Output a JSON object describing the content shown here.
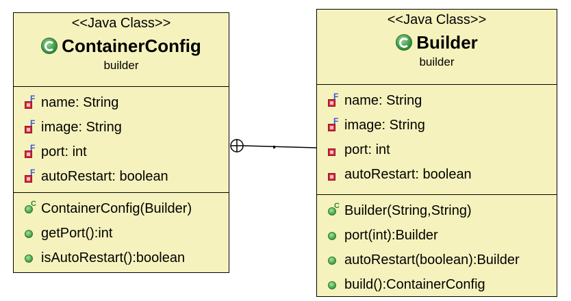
{
  "classes": [
    {
      "stereotype": "<<Java Class>>",
      "name": "ContainerConfig",
      "package": "builder",
      "fields": [
        {
          "text": "name: String",
          "visibility": "private",
          "final": true
        },
        {
          "text": "image: String",
          "visibility": "private",
          "final": true
        },
        {
          "text": "port: int",
          "visibility": "private",
          "final": true
        },
        {
          "text": "autoRestart: boolean",
          "visibility": "private",
          "final": true
        }
      ],
      "methods": [
        {
          "text": "ContainerConfig(Builder)",
          "kind": "constructor"
        },
        {
          "text": "getPort():int",
          "kind": "public"
        },
        {
          "text": "isAutoRestart():boolean",
          "kind": "public"
        }
      ]
    },
    {
      "stereotype": "<<Java Class>>",
      "name": "Builder",
      "package": "builder",
      "fields": [
        {
          "text": "name: String",
          "visibility": "private",
          "final": true
        },
        {
          "text": "image: String",
          "visibility": "private",
          "final": true
        },
        {
          "text": "port: int",
          "visibility": "private",
          "final": false
        },
        {
          "text": "autoRestart: boolean",
          "visibility": "private",
          "final": false
        }
      ],
      "methods": [
        {
          "text": "Builder(String,String)",
          "kind": "constructor"
        },
        {
          "text": "port(int):Builder",
          "kind": "public"
        },
        {
          "text": "autoRestart(boolean):Builder",
          "kind": "public"
        },
        {
          "text": "build():ContainerConfig",
          "kind": "public"
        }
      ]
    }
  ],
  "relationship": {
    "type": "nested-class",
    "from": "ContainerConfig",
    "to": "Builder"
  },
  "colors": {
    "class_fill": "#f6f2bd",
    "border": "#000000",
    "final_marker": "#3355dd",
    "private_icon": "#d62a3a",
    "public_icon": "#3a9a3a"
  }
}
